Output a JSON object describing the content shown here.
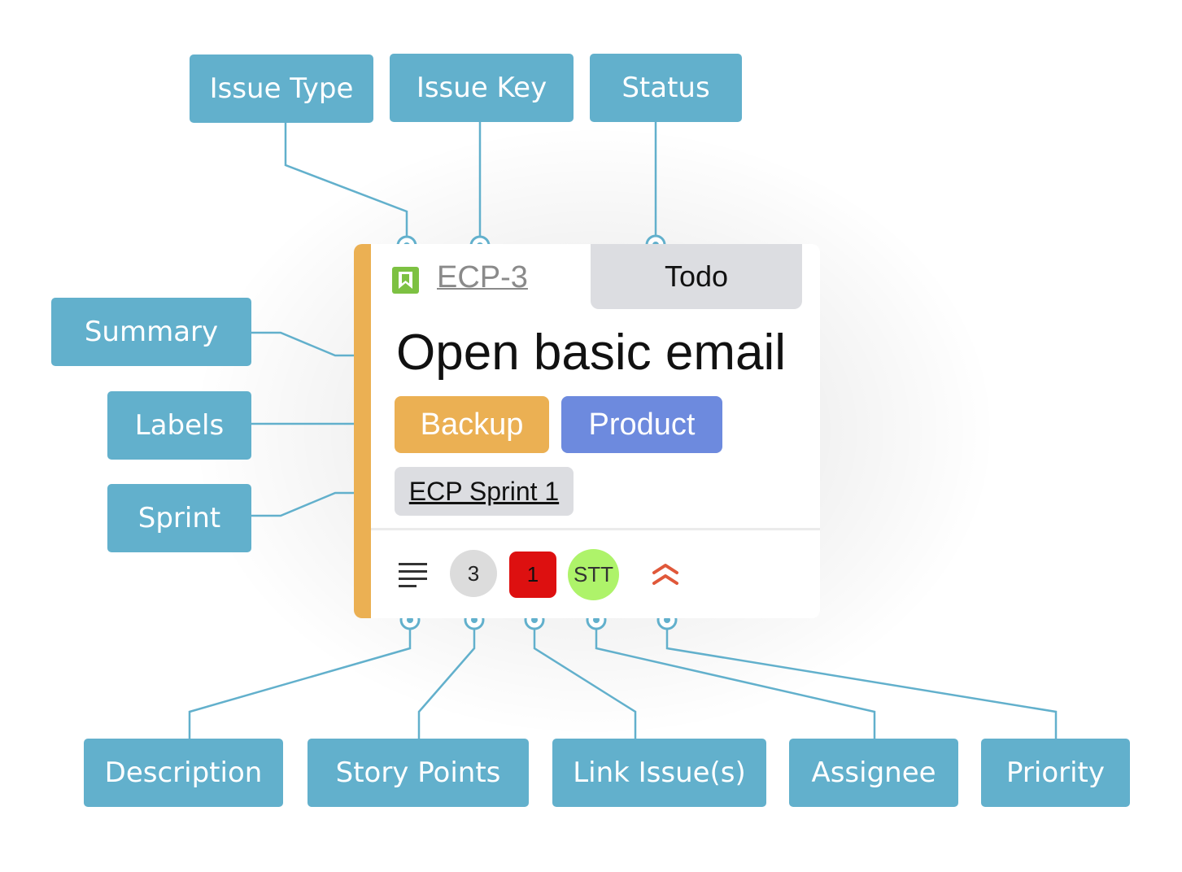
{
  "annotations": {
    "issue_type": "Issue Type",
    "issue_key": "Issue Key",
    "status": "Status",
    "summary": "Summary",
    "labels": "Labels",
    "sprint": "Sprint",
    "description": "Description",
    "story_points": "Story Points",
    "link_issues": "Link Issue(s)",
    "assignee": "Assignee",
    "priority": "Priority"
  },
  "card": {
    "issue_type_icon": "bookmark-icon",
    "issue_key": "ECP-3",
    "status": "Todo",
    "summary": "Open basic email",
    "labels": [
      {
        "text": "Backup",
        "color": "#ebb053"
      },
      {
        "text": "Product",
        "color": "#6d8ade"
      }
    ],
    "sprint": "ECP Sprint 1",
    "description_icon": "description-lines-icon",
    "story_points": "3",
    "linked_issues": "1",
    "assignee": "STT",
    "priority_icon": "double-chevron-up-icon"
  },
  "colors": {
    "tag": "#62b0cc",
    "stripe": "#ebb053",
    "issue_type": "#7dc142",
    "links_badge": "#dd1010",
    "assignee_avatar": "#aef36a",
    "priority": "#e0583a"
  }
}
